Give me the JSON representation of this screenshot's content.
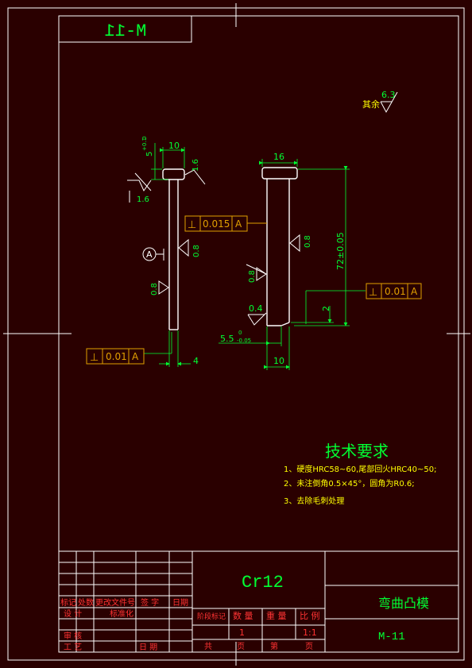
{
  "colors": {
    "background": "#2a0000",
    "line": "#ffffff",
    "dim": "#00ff33",
    "frame_text": "#ff3333",
    "tolerance_box": "#e0a000",
    "title_text": "#ffff00"
  },
  "drawing": {
    "code_mirrored": "M-11",
    "roughness": {
      "label": "其余",
      "value": "6.3"
    },
    "left_part": {
      "dim_top_width": "10",
      "dim_head_height": "5",
      "dim_head_tol": "+0.1\n0",
      "roughness_head_side": "1.6",
      "roughness_head_under": "1.6",
      "roughness_shank": "0.8",
      "roughness_shank_2": "0.8",
      "datum": "A",
      "perp_tol_value": "0.01",
      "perp_tol_datum": "A",
      "dim_shank_width": "4"
    },
    "right_part": {
      "dim_top_width": "16",
      "dim_length": "72±0.05",
      "dim_step": "2",
      "roughness_shank": "0.8",
      "roughness_shank_2": "0.8",
      "roughness_corner": "0.4",
      "dim_tip": "5.5",
      "dim_tip_tol_upper": "0",
      "dim_tip_tol_lower": "-0.05",
      "dim_bottom_width": "10",
      "perp_tol_value": "0.015",
      "perp_tol_datum": "A",
      "perp_tol2_value": "0.01",
      "perp_tol2_datum": "A"
    }
  },
  "tech_requirements": {
    "title": "技术要求",
    "items": [
      "1、硬度HRC58~60,尾部回火HRC40~50;",
      "2、未注倒角0.5×45°，圆角为R0.6;",
      "3、去除毛刺处理"
    ]
  },
  "title_block": {
    "material": "Cr12",
    "part_name": "弯曲凸模",
    "drawing_no": "M-11",
    "revision_headers": [
      "标记",
      "处数",
      "更改文件号",
      "签 字",
      "日期"
    ],
    "roles": [
      "设 计",
      "标准化",
      "审 核",
      "工 艺",
      "日 期"
    ],
    "info_headers": [
      "阶段标记",
      "数 量",
      "重 量",
      "比 例"
    ],
    "quantity": "1",
    "scale": "1:1",
    "sheet_labels": [
      "共",
      "页",
      "第",
      "页"
    ]
  }
}
